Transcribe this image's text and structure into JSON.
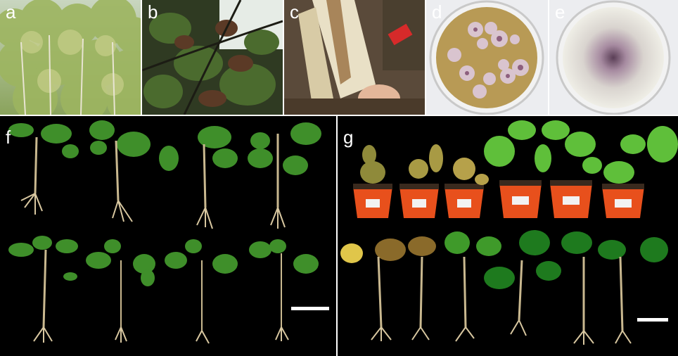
{
  "panels": {
    "a": {
      "label": "a"
    },
    "b": {
      "label": "b"
    },
    "c": {
      "label": "c"
    },
    "d": {
      "label": "d"
    },
    "e": {
      "label": "e"
    },
    "f": {
      "label": "f"
    },
    "g": {
      "label": "g"
    }
  },
  "colors": {
    "leaf_green": "#3f8f2a",
    "leaf_bright": "#5fbf3a",
    "root_tan": "#d8c7a0",
    "pot_orange": "#e8501c",
    "soil": "#3a2a1e",
    "agar": "#b89a55",
    "colony": "#d9c4cf"
  },
  "icons": {
    "scale_bar": "scale-bar-line"
  }
}
